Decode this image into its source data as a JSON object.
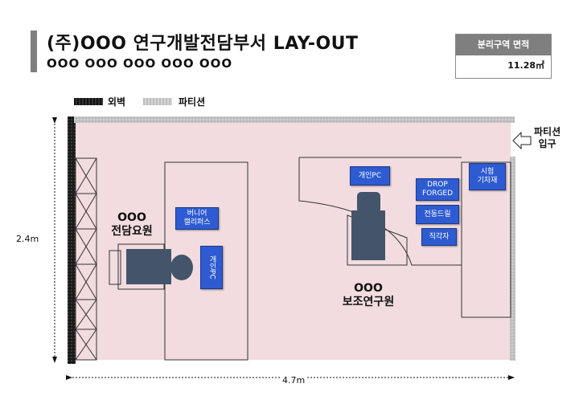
{
  "header": {
    "title": "(주)OOO 연구개발전담부서 LAY-OUT",
    "subtitle": "OOO OOO OOO OOO OOO"
  },
  "area_table": {
    "header": "분리구역 면적",
    "value": "11.28㎡"
  },
  "legend": {
    "outer_wall": "외벽",
    "partition": "파티션"
  },
  "dimensions": {
    "height_label": "2.4m",
    "width_label": "4.7m"
  },
  "entrance": {
    "line1": "파티션",
    "line2": "입구"
  },
  "left_desk": {
    "person_line1": "OOO",
    "person_line2": "전담요원",
    "equipment": "버니어\n캘리퍼스",
    "pc": "개인PC"
  },
  "right_desk": {
    "pc": "개인PC",
    "drop_forged": "DROP\nFORGED",
    "drill": "전동드릴",
    "square": "직각자",
    "test_materials": "시험\n기자재",
    "person_line1": "OOO",
    "person_line2": "보조연구원"
  },
  "colors": {
    "room_fill": "#f2dcdf",
    "wall": "#1a1a1a",
    "partition": "#bfbfbf",
    "equipment_box": "#2e5bd1",
    "chair": "#44546a"
  }
}
